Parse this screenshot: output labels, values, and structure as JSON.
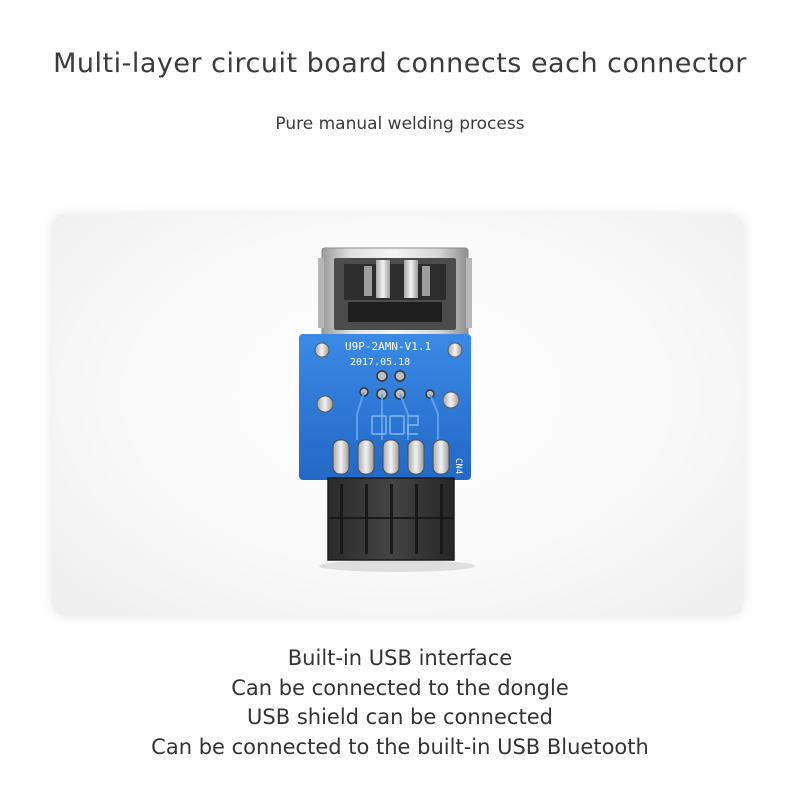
{
  "headline": "Multi-layer circuit board connects each connector",
  "subline": "Pure manual welding process",
  "board": {
    "silkscreen_model": "U9P-2AMN-V1.1",
    "silkscreen_date": "2017.05.18",
    "silkscreen_code": "CN4",
    "pcb_color": "#2f7fd9"
  },
  "features": [
    "Built-in USB interface",
    "Can be connected to the dongle",
    "USB shield can be connected",
    "Can be connected to the built-in USB Bluetooth"
  ]
}
